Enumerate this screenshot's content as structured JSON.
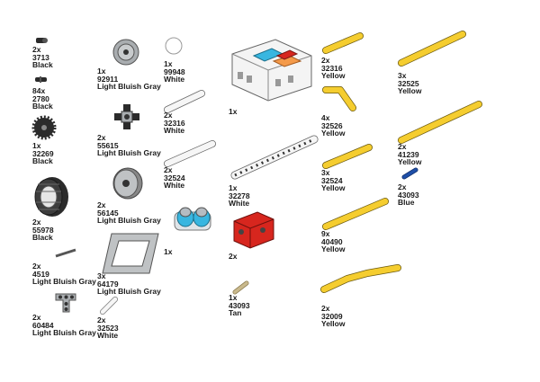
{
  "parts": [
    {
      "id": "p3713",
      "qty": "2x",
      "num": "3713",
      "color": "Black"
    },
    {
      "id": "p2780",
      "qty": "84x",
      "num": "2780",
      "color": "Black"
    },
    {
      "id": "p32269",
      "qty": "1x",
      "num": "32269",
      "color": "Black"
    },
    {
      "id": "p55978",
      "qty": "2x",
      "num": "55978",
      "color": "Black"
    },
    {
      "id": "p4519",
      "qty": "2x",
      "num": "4519",
      "color": "Light Bluish Gray"
    },
    {
      "id": "p60484",
      "qty": "2x",
      "num": "60484",
      "color": "Light Bluish Gray"
    },
    {
      "id": "p92911",
      "qty": "1x",
      "num": "92911",
      "color": "Light Bluish Gray"
    },
    {
      "id": "p55615",
      "qty": "2x",
      "num": "55615",
      "color": "Light Bluish Gray"
    },
    {
      "id": "p56145",
      "qty": "2x",
      "num": "56145",
      "color": "Light Bluish Gray"
    },
    {
      "id": "p64179",
      "qty": "3x",
      "num": "64179",
      "color": "Light Bluish Gray"
    },
    {
      "id": "p32523",
      "qty": "2x",
      "num": "32523",
      "color": "White"
    },
    {
      "id": "p99948",
      "qty": "1x",
      "num": "99948",
      "color": "White"
    },
    {
      "id": "p32316w",
      "qty": "2x",
      "num": "32316",
      "color": "White"
    },
    {
      "id": "p32524w",
      "qty": "2x",
      "num": "32524",
      "color": "White"
    },
    {
      "id": "p32278",
      "qty": "1x",
      "num": "32278",
      "color": "White"
    },
    {
      "id": "p43093t",
      "qty": "1x",
      "num": "43093",
      "color": "Tan"
    },
    {
      "id": "p32316y",
      "qty": "2x",
      "num": "32316",
      "color": "Yellow"
    },
    {
      "id": "p32526",
      "qty": "4x",
      "num": "32526",
      "color": "Yellow"
    },
    {
      "id": "p32524y",
      "qty": "3x",
      "num": "32524",
      "color": "Yellow"
    },
    {
      "id": "p40490",
      "qty": "9x",
      "num": "40490",
      "color": "Yellow"
    },
    {
      "id": "p32009",
      "qty": "2x",
      "num": "32009",
      "color": "Yellow"
    },
    {
      "id": "p32525",
      "qty": "3x",
      "num": "32525",
      "color": "Yellow"
    },
    {
      "id": "p41239",
      "qty": "2x",
      "num": "41239",
      "color": "Yellow"
    },
    {
      "id": "p43093b",
      "qty": "2x",
      "num": "43093",
      "color": "Blue"
    }
  ],
  "assemblies": {
    "hub": {
      "qty": "1x"
    },
    "sensor": {
      "qty": "1x"
    },
    "motor": {
      "qty": "2x"
    }
  },
  "colors": {
    "black": "#2b2b2b",
    "gray": "#a9adb0",
    "white": "#f6f6f6",
    "yellow": "#f5cd2f",
    "blue": "#1f4fa8",
    "tan": "#c9b98c",
    "red": "#d7261e",
    "cyan": "#38b6e0"
  }
}
